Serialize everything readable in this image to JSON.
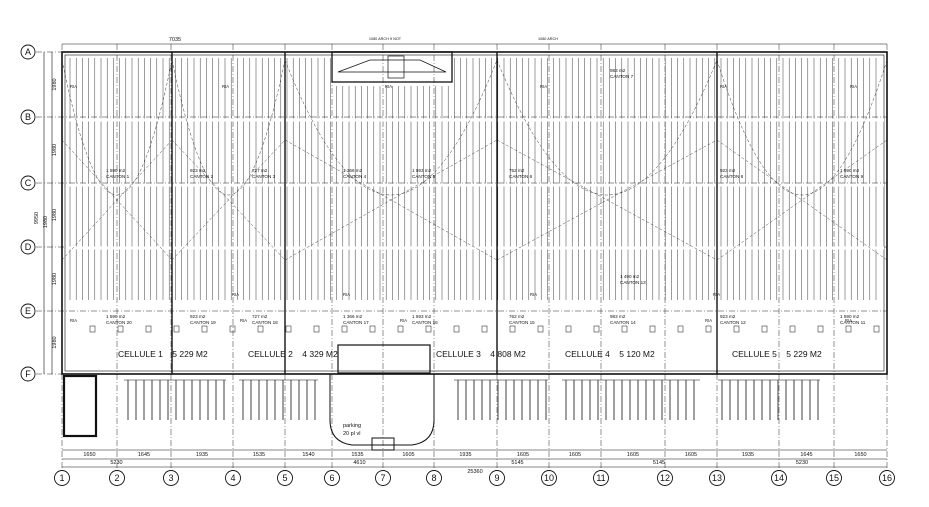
{
  "plan": {
    "row_axes": [
      "A",
      "B",
      "C",
      "D",
      "E",
      "F"
    ],
    "column_axes": [
      "1",
      "2",
      "3",
      "4",
      "5",
      "6",
      "7",
      "8",
      "9",
      "10",
      "11",
      "12",
      "13",
      "14",
      "15",
      "16"
    ],
    "top_dimension": "7035",
    "top_small_labels": [
      "1080 ARCH 9 NOT",
      "1080 ARCH"
    ],
    "left_dimensions": [
      "1980",
      "1980",
      "1980",
      "1980",
      "1980"
    ],
    "left_total": "9950",
    "left_partial": "1980",
    "bottom_dimensions": [
      "1650",
      "1645",
      "1935",
      "1535",
      "1540",
      "1535",
      "1605",
      "1935",
      "1605",
      "1605",
      "1605",
      "1605",
      "1935",
      "1645",
      "1650"
    ],
    "bottom_subtotals": [
      "5230",
      "4610",
      "5145",
      "5145",
      "5230"
    ],
    "bottom_total": "25360",
    "cells": [
      {
        "name": "CELLULE 1",
        "area": "5 229 M2"
      },
      {
        "name": "CELLULE 2",
        "area": "4 329 M2"
      },
      {
        "name": "CELLULE 3",
        "area": "4 808 M2"
      },
      {
        "name": "CELLULE 4",
        "area": "5 120 M2"
      },
      {
        "name": "CELLULE 5",
        "area": "5 229 M2"
      }
    ],
    "cantons_top": [
      {
        "area": "1 590 m2",
        "label": "CANTON 1"
      },
      {
        "area": "923 m2",
        "label": "CANTON 2"
      },
      {
        "area": "727 m2",
        "label": "CANTON 3"
      },
      {
        "area": "1 366 m2",
        "label": "CANTON 4"
      },
      {
        "area": "1 593 m2",
        "label": "CANTON 5"
      },
      {
        "area": "762 m2",
        "label": "CANTON 6"
      },
      {
        "area": "983 m2",
        "label": "CANTON 7"
      },
      {
        "area": "923 m2",
        "label": "CANTON 8"
      },
      {
        "area": "1 590 m2",
        "label": "CANTON 9"
      }
    ],
    "cantons_bottom": [
      {
        "area": "1 590 m2",
        "label": "CANTON 20"
      },
      {
        "area": "923 m2",
        "label": "CANTON 19"
      },
      {
        "area": "727 m2",
        "label": "CANTON 18"
      },
      {
        "area": "1 366 m2",
        "label": "CANTON 17"
      },
      {
        "area": "1 593 m2",
        "label": "CANTON 16"
      },
      {
        "area": "762 m2",
        "label": "CANTON 15"
      },
      {
        "area": "983 m2",
        "label": "CANTON 14"
      },
      {
        "area": "923 m2",
        "label": "CANTON 12"
      },
      {
        "area": "1 590 m2",
        "label": "CANTON 11"
      }
    ],
    "canton_mid": {
      "area": "1 490 m2",
      "label": "CANTON 13"
    },
    "ria_label": "RIA",
    "parking_label": "parking",
    "parking_spaces": "20 pl vl"
  },
  "colors": {
    "ink": "#111111",
    "background": "#ffffff"
  }
}
